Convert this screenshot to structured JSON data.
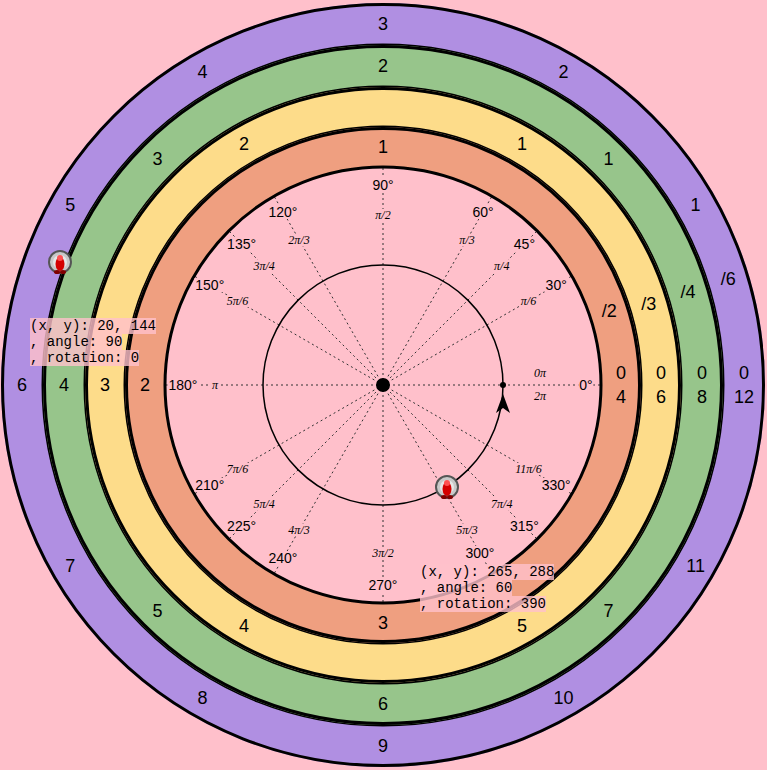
{
  "diagram": {
    "nodes": [
      {
        "text": [
          "3",
          "2",
          "1",
          "/6",
          "0",
          "12",
          "11",
          "10",
          "9",
          "8",
          "7",
          "6",
          "5",
          "4"
        ]
      },
      {
        "text": [
          "2",
          "1",
          "/4",
          "0",
          "8",
          "7",
          "6",
          "5",
          "4",
          "3"
        ]
      },
      {
        "text": [
          "1",
          "/3",
          "0",
          "6",
          "5",
          "4",
          "3",
          "2"
        ]
      },
      {
        "text": [
          "1",
          "/2",
          "0",
          "4",
          "3",
          "2"
        ]
      }
    ],
    "labels": [
      "90°",
      "60°",
      "45°",
      "30°",
      "0°",
      "330°",
      "315°",
      "300°",
      "270°",
      "240°",
      "225°",
      "210°",
      "180°",
      "150°",
      "135°",
      "120°",
      "π/2",
      "π/3",
      "π/4",
      "π/6",
      "0π",
      "2π",
      "11π/6",
      "7π/4",
      "5π/3",
      "3π/2",
      "4π/3",
      "5π/4",
      "7π/6",
      "π",
      "5π/6",
      "3π/4",
      "2π/3",
      "(x, y): 20, 144",
      ", angle: 90",
      ", rotation: 0",
      "(x, y): 265, 288",
      ", angle: 60",
      ", rotation: 390"
    ]
  }
}
